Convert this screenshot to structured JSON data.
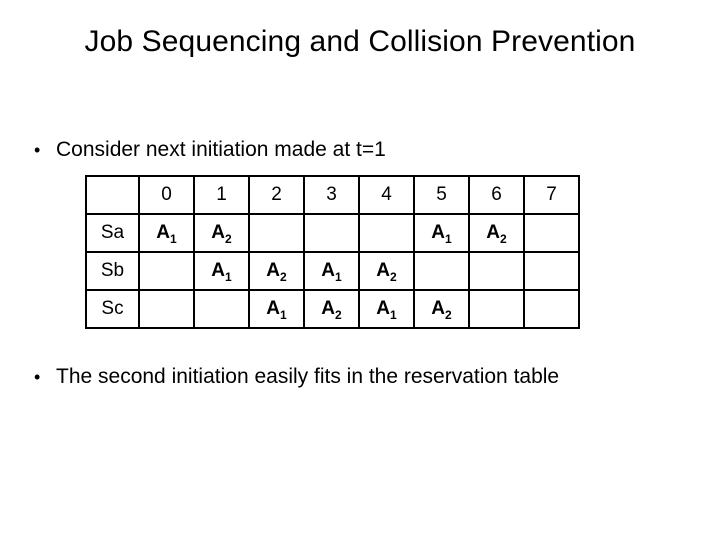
{
  "slide": {
    "title": "Job Sequencing and Collision Prevention",
    "background_color": "#ffffff",
    "text_color": "#000000"
  },
  "bullets": [
    {
      "marker": "•",
      "text": "Consider next initiation made at t=1"
    },
    {
      "marker": "•",
      "text": "The second initiation easily fits in the reservation table"
    }
  ],
  "table": {
    "corner_label": "",
    "column_headers": [
      "0",
      "1",
      "2",
      "3",
      "4",
      "5",
      "6",
      "7"
    ],
    "row_labels": [
      "Sa",
      "Sb",
      "Sc"
    ],
    "rows": [
      {
        "label": "Sa",
        "cells": [
          "A1",
          "A2",
          "",
          "",
          "",
          "A1",
          "A2",
          ""
        ]
      },
      {
        "label": "Sb",
        "cells": [
          "",
          "A1",
          "A2",
          "A1",
          "A2",
          "",
          "",
          ""
        ]
      },
      {
        "label": "Sc",
        "cells": [
          "",
          "",
          "A1",
          "A2",
          "A1",
          "A2",
          "",
          ""
        ]
      }
    ],
    "cell_glyphs": {
      "A1": {
        "base": "A",
        "sub": "1"
      },
      "A2": {
        "base": "A",
        "sub": "2"
      }
    },
    "border_color": "#000000"
  }
}
